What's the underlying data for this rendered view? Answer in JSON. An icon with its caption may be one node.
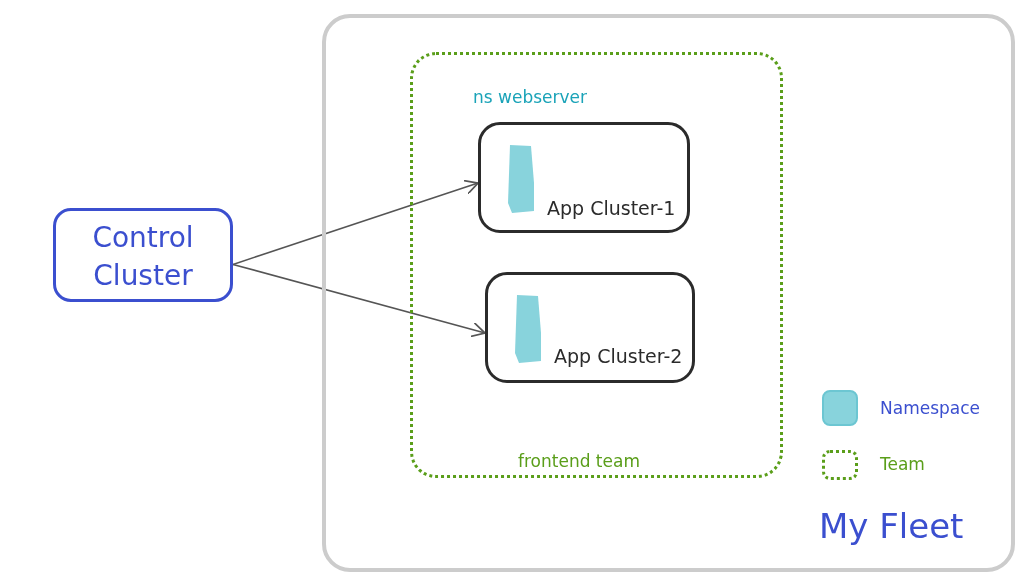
{
  "diagram": {
    "nodes": [
      {
        "text": [
          "My Fleet"
        ]
      },
      {
        "text": [
          "ns webserver",
          "frontend team"
        ],
        "in": 0
      },
      {
        "text": [
          "Control Cluster"
        ]
      },
      {
        "text": [
          "App Cluster-1"
        ],
        "in": 1
      },
      {
        "text": [
          "App Cluster-2"
        ],
        "in": 1
      }
    ],
    "edges": [
      {
        "from": 2,
        "to": 3,
        "arrow": "to"
      },
      {
        "from": 2,
        "to": 4,
        "arrow": "to"
      }
    ],
    "legend": [
      {
        "text": "Namespace",
        "color": "#88d3dc"
      },
      {
        "text": "Team"
      }
    ]
  }
}
